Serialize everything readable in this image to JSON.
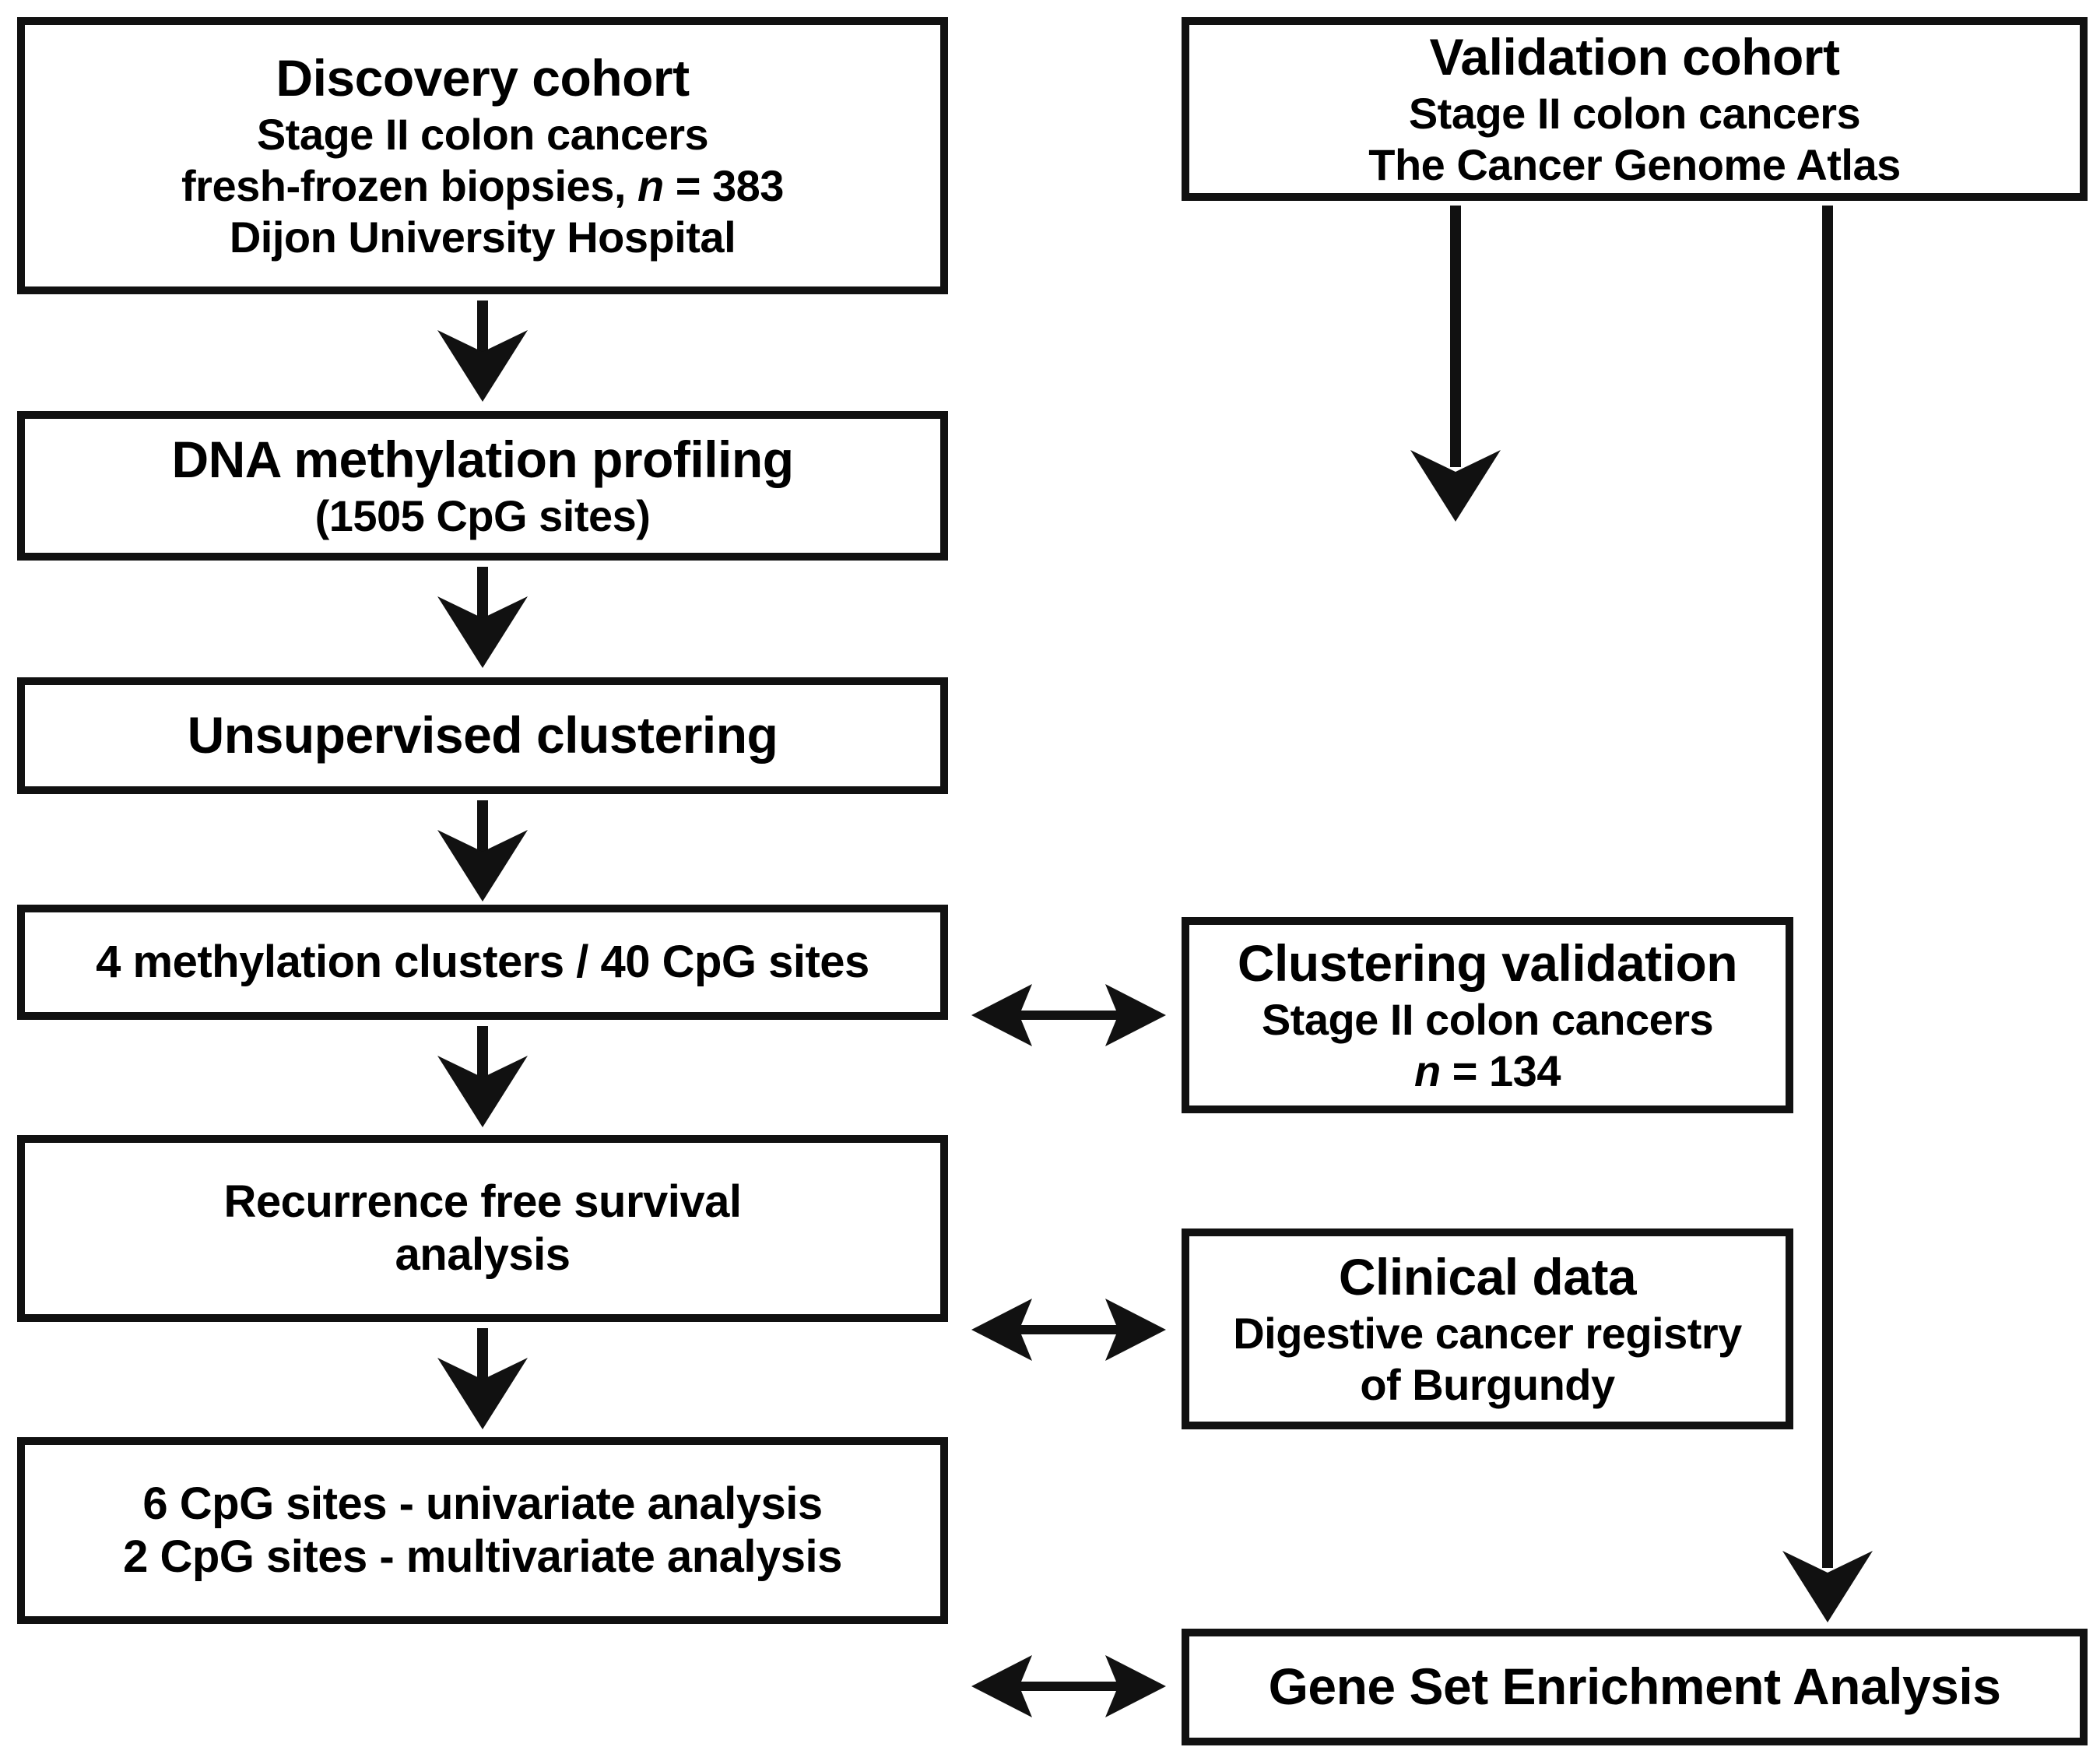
{
  "figure": {
    "type": "flowchart",
    "orientation": "two-column top-down",
    "background": "#ffffff",
    "line_color": "#111111"
  },
  "nodes": {
    "discovery_cohort": {
      "title": "Discovery cohort",
      "line2": "Stage II colon cancers",
      "line3_pre": "fresh-frozen biopsies, ",
      "line3_italic": "n",
      "line3_post": " = 383",
      "line4": "Dijon University Hospital"
    },
    "dna_methylation": {
      "title": "DNA methylation profiling",
      "line2": "(1505 CpG sites)"
    },
    "unsupervised_clustering": {
      "title": "Unsupervised clustering"
    },
    "methylation_clusters": {
      "title": "4 methylation clusters / 40 CpG sites"
    },
    "recurrence_free_survival": {
      "line1": "Recurrence free survival",
      "line2": "analysis"
    },
    "cpg_analysis": {
      "line1": "6 CpG sites - univariate analysis",
      "line2": "2 CpG sites - multivariate analysis"
    },
    "validation_cohort": {
      "title": "Validation cohort",
      "line2": "Stage II colon cancers",
      "line3": "The Cancer Genome Atlas"
    },
    "clustering_validation": {
      "title": "Clustering validation",
      "line2": "Stage II colon cancers",
      "line3_italic": "n",
      "line3_post": " = 134"
    },
    "clinical_data": {
      "title": "Clinical data",
      "line2": "Digestive cancer registry",
      "line3": "of Burgundy"
    },
    "gsea": {
      "title": "Gene Set Enrichment Analysis"
    }
  },
  "connectors": {
    "discovery_to_methylation": "down-arrow",
    "methylation_to_clustering": "down-arrow",
    "clustering_to_clusters": "down-arrow",
    "clusters_to_rfs": "down-arrow",
    "rfs_to_cpg": "down-arrow",
    "validation_to_clustering_validation": "down-arrow",
    "validation_to_gsea": "down-arrow",
    "clusters_clustering_validation": "double-arrow",
    "rfs_clinical_data": "double-arrow",
    "cpg_gsea": "double-arrow"
  }
}
